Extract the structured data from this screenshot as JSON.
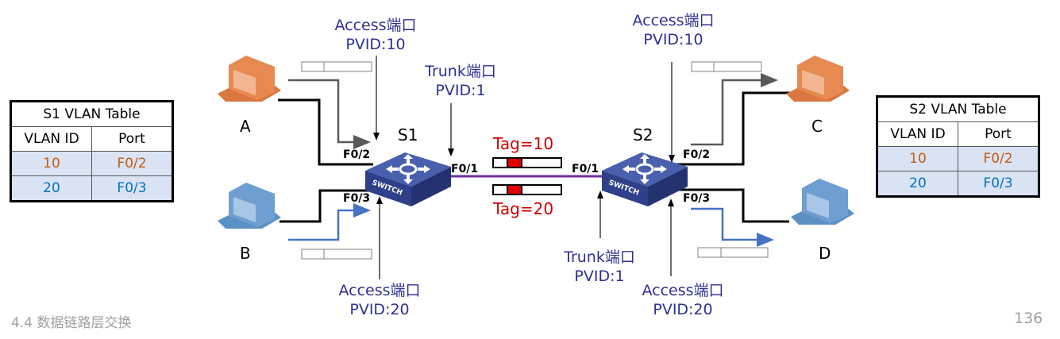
{
  "colors": {
    "label_blue": "#2e3192",
    "tag_red": "#cc0000",
    "vlan10": "#c55a11",
    "vlan20": "#0070c0",
    "trunk_line": "#7030a0",
    "row_bg": "#dae3f3",
    "pc_orange": "#e08a50",
    "pc_blue": "#6e9fd0",
    "switch_blue": "#3b4f9e",
    "footer_gray": "#a0a0a0"
  },
  "s1_table": {
    "title": "S1 VLAN Table",
    "headers": [
      "VLAN ID",
      "Port"
    ],
    "rows": [
      {
        "vlan": "10",
        "port": "F0/2"
      },
      {
        "vlan": "20",
        "port": "F0/3"
      }
    ]
  },
  "s2_table": {
    "title": "S2 VLAN Table",
    "headers": [
      "VLAN ID",
      "Port"
    ],
    "rows": [
      {
        "vlan": "10",
        "port": "F0/2"
      },
      {
        "vlan": "20",
        "port": "F0/3"
      }
    ]
  },
  "hosts": {
    "a": {
      "label": "A",
      "color": "orange"
    },
    "b": {
      "label": "B",
      "color": "blue"
    },
    "c": {
      "label": "C",
      "color": "orange"
    },
    "d": {
      "label": "D",
      "color": "blue"
    }
  },
  "switches": {
    "s1": {
      "label": "S1",
      "badge": "SWITCH"
    },
    "s2": {
      "label": "S2",
      "badge": "SWITCH"
    }
  },
  "ports": {
    "s1_f02": "F0/2",
    "s1_f03": "F0/3",
    "s1_f01": "F0/1",
    "s2_f01": "F0/1",
    "s2_f02": "F0/2",
    "s2_f03": "F0/3"
  },
  "annotations": {
    "s1_access_top": {
      "line1": "Access端口",
      "line2": "PVID:10"
    },
    "s1_trunk": {
      "line1": "Trunk端口",
      "line2": "PVID:1"
    },
    "s1_access_bottom": {
      "line1": "Access端口",
      "line2": "PVID:20"
    },
    "s2_access_top": {
      "line1": "Access端口",
      "line2": "PVID:10"
    },
    "s2_trunk": {
      "line1": "Trunk端口",
      "line2": "PVID:1"
    },
    "s2_access_bottom": {
      "line1": "Access端口",
      "line2": "PVID:20"
    }
  },
  "tags": {
    "top": "Tag=10",
    "bottom": "Tag=20"
  },
  "footer": {
    "section": "4.4 数据链路层交换",
    "page": "136"
  }
}
